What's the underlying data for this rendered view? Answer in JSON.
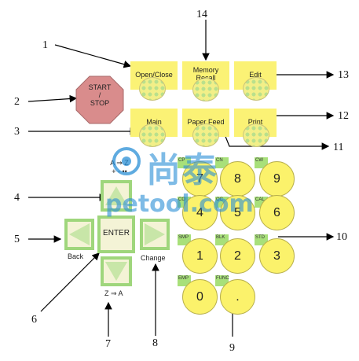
{
  "top_keys": {
    "open_close": "Open/Close",
    "memory_recall": "Memory\nRecall",
    "edit": "Edit",
    "main": "Main",
    "paper_feed": "Paper Feed",
    "print": "Print"
  },
  "start_stop": {
    "line1": "START",
    "line2": "/",
    "line3": "STOP"
  },
  "keypad": [
    {
      "digit": "7",
      "tag": "CP"
    },
    {
      "digit": "8",
      "tag": "CN"
    },
    {
      "digit": "9",
      "tag": "CW"
    },
    {
      "digit": "4",
      "tag": "CO"
    },
    {
      "digit": "5",
      "tag": "OC"
    },
    {
      "digit": "6",
      "tag": "CAL"
    },
    {
      "digit": "1",
      "tag": "SMP"
    },
    {
      "digit": "2",
      "tag": "BLK"
    },
    {
      "digit": "3",
      "tag": "STD"
    },
    {
      "digit": "0",
      "tag": "EMP"
    },
    {
      "digit": ".",
      "tag": "FUNC"
    }
  ],
  "nav": {
    "up_hint_line1": "A ⇒ Z",
    "up_hint_line2": "+ - ••",
    "enter": "ENTER",
    "back": "Back",
    "change": "Change",
    "down_hint": "Z ⇒ A"
  },
  "watermark": {
    "brand_cn": "尚泰",
    "url": "petool.com"
  },
  "callouts": [
    "1",
    "2",
    "3",
    "4",
    "5",
    "6",
    "7",
    "8",
    "9",
    "10",
    "11",
    "12",
    "13",
    "14"
  ],
  "colors": {
    "key_yellow": "#fbf275",
    "key_green": "#9fd67c",
    "stop_red": "#d98c8c",
    "watermark_blue": "#2a8fd6"
  }
}
